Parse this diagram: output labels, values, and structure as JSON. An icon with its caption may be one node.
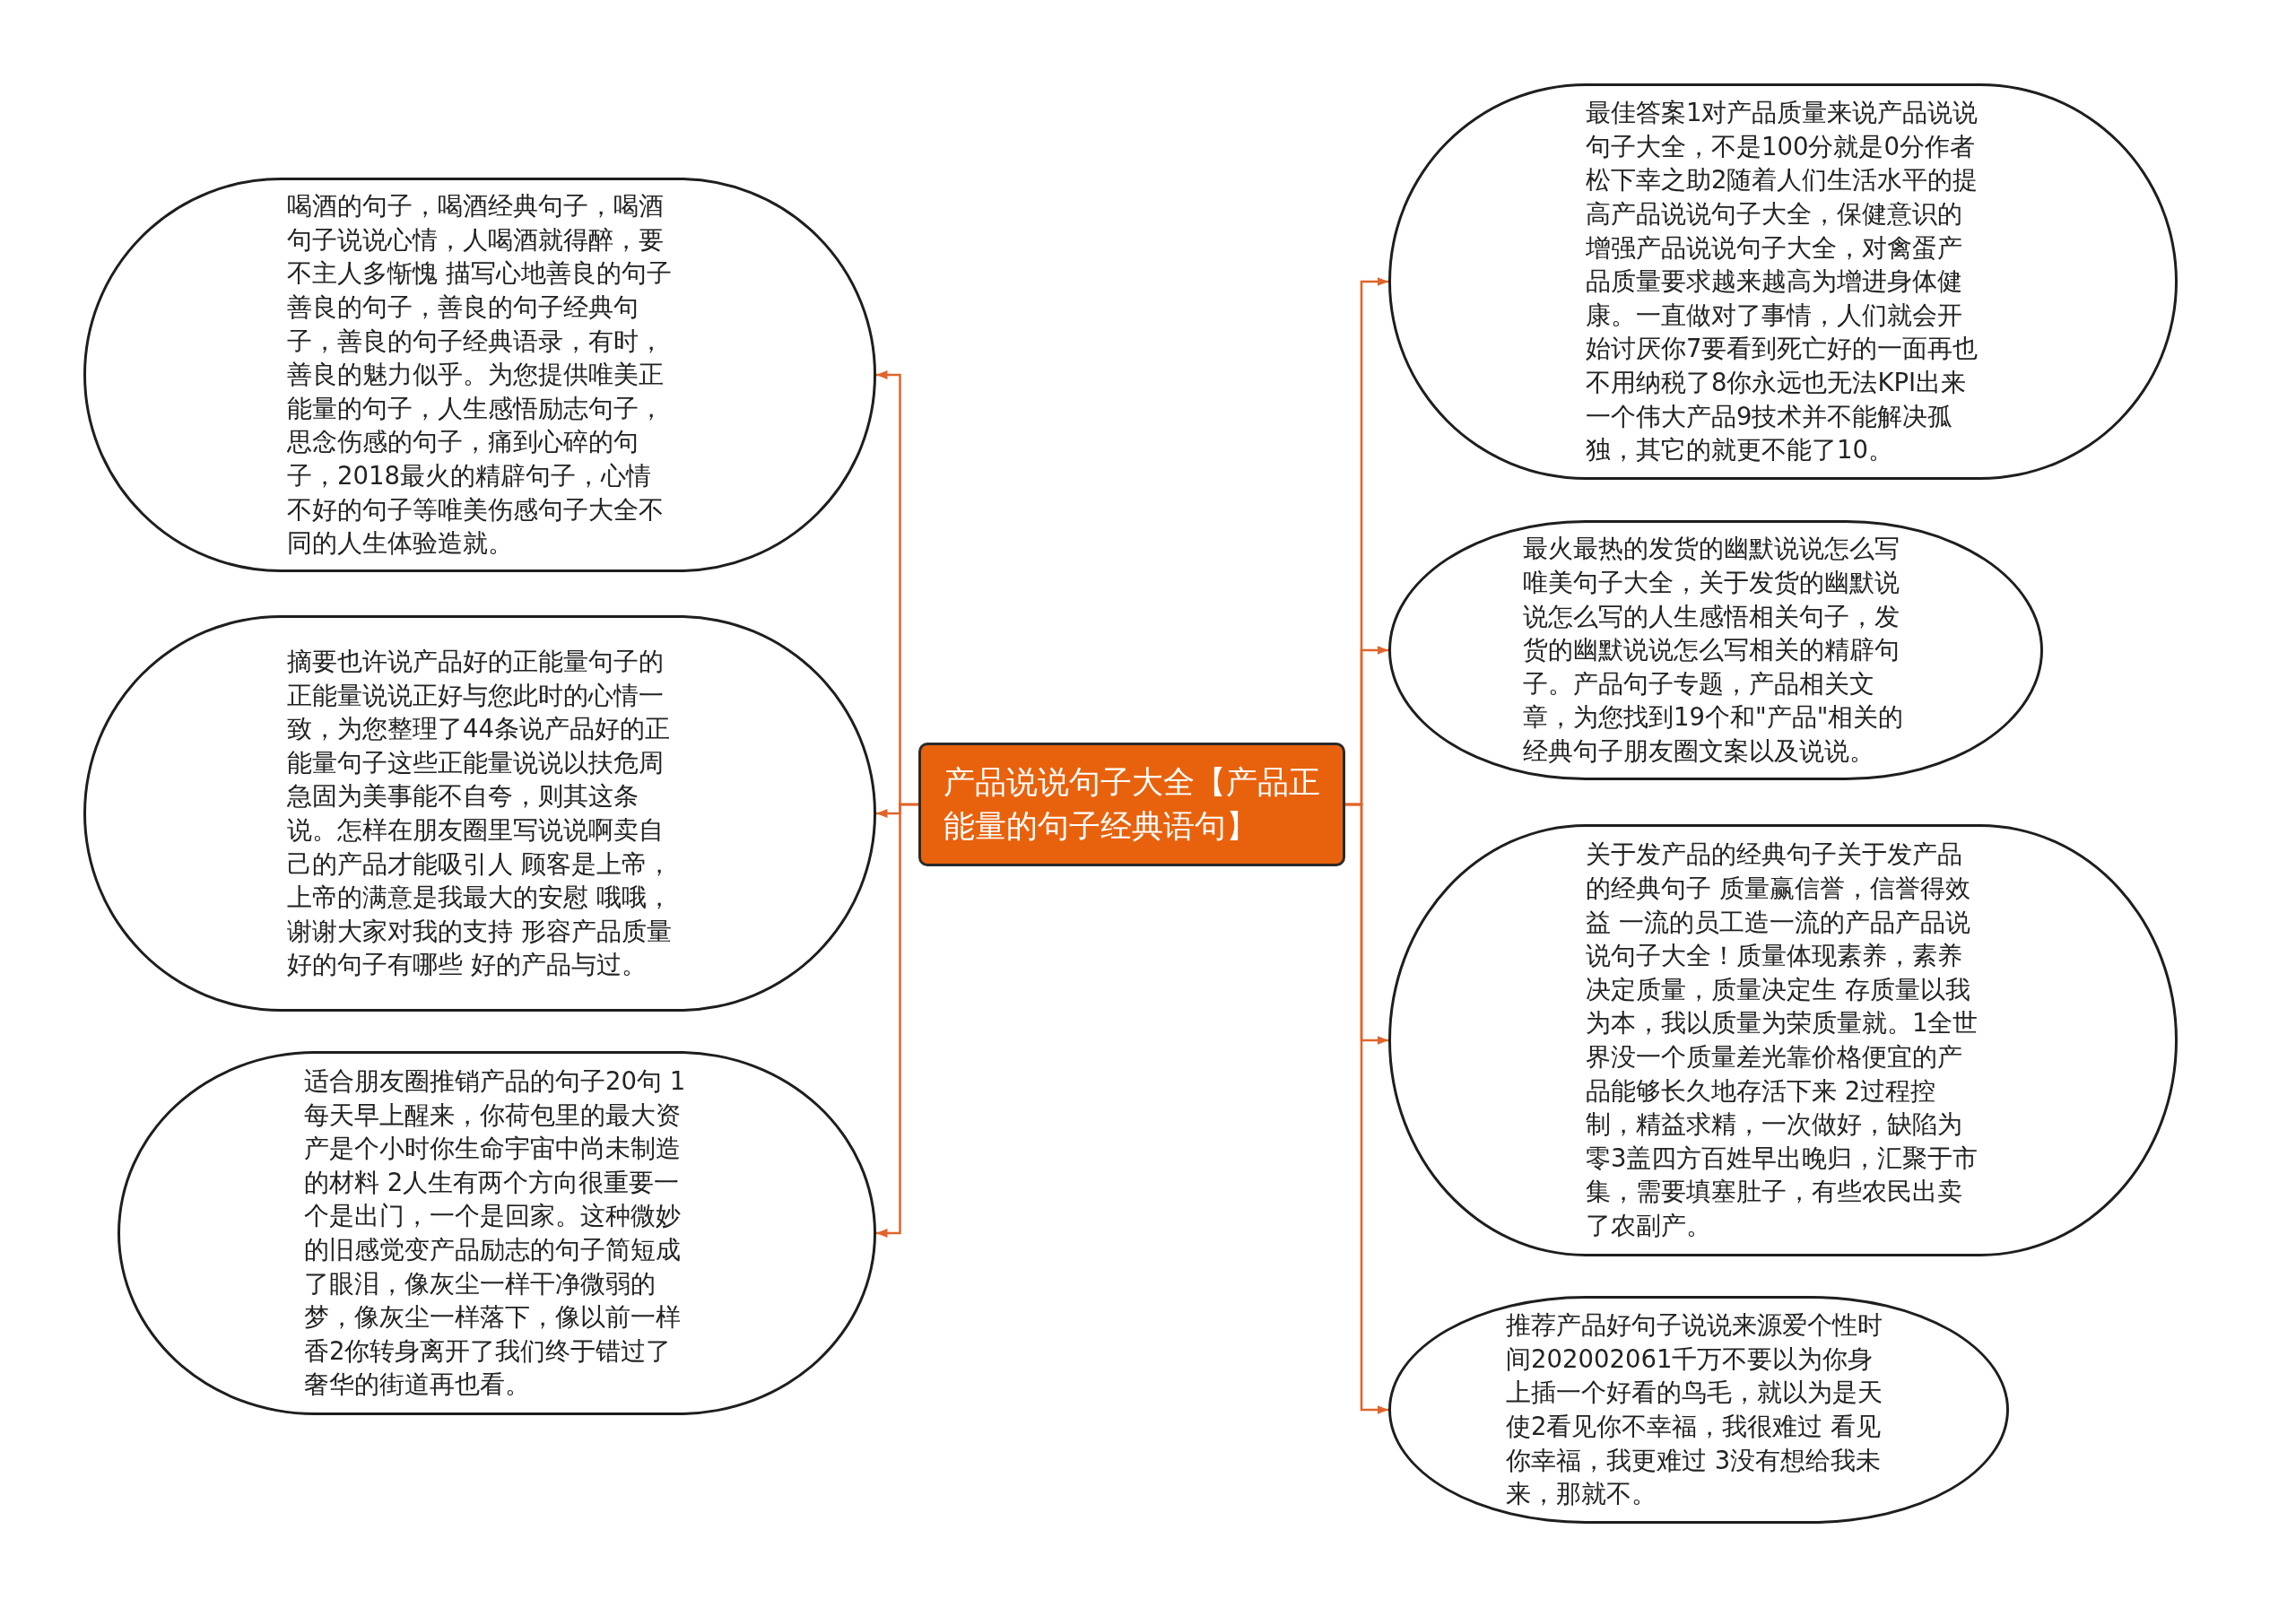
{
  "diagram": {
    "nodes": [
      {
        "text": [
          "产品说说句子大全【产品正能量的句子经典语句】"
        ]
      },
      {
        "text": [
          "喝酒的句子，喝酒经典句子，喝酒句子说说心情，人喝酒就得醉，要不主人多惭愧 描写心地善良的句子善良的句子，善良的句子经典句子，善良的句子经典语录，有时，善良的魅力似乎。为您提供唯美正能量的句子，人生感悟励志句子，思念伤感的句子，痛到心碎的句子，2018最火的精辟句子，心情不好的句子等唯美伤感句子大全不同的人生体验造就。"
        ]
      },
      {
        "text": [
          "摘要也许说产品好的正能量句子的正能量说说正好与您此时的心情一致，为您整理了44条说产品好的正能量句子这些正能量说说以扶危周急固为美事能不自夸，则其这条说。怎样在朋友圈里写说说啊卖自己的产品才能吸引人 顾客是上帝，上帝的满意是我最大的安慰 哦哦，谢谢大家对我的支持 形容产品质量好的句子有哪些 好的产品与过。"
        ]
      },
      {
        "text": [
          "适合朋友圈推销产品的句子20句 1每天早上醒来，你荷包里的最大资产是个小时你生命宇宙中尚未制造的材料 2人生有两个方向很重要一个是出门，一个是回家。这种微妙的旧感觉变产品励志的句子简短成了眼泪，像灰尘一样干净微弱的梦，像灰尘一样落下，像以前一样香2你转身离开了我们终于错过了奢华的街道再也看。"
        ]
      },
      {
        "text": [
          "最佳答案1对产品质量来说产品说说句子大全，不是100分就是0分作者松下幸之助2随着人们生活水平的提高产品说说句子大全，保健意识的增强产品说说句子大全，对禽蛋产品质量要求越来越高为增进身体健康。一直做对了事情，人们就会开始讨厌你7要看到死亡好的一面再也不用纳税了8你永远也无法KPI出来一个伟大产品9技术并不能解决孤独，其它的就更不能了10。"
        ]
      },
      {
        "text": [
          "最火最热的发货的幽默说说怎么写唯美句子大全，关于发货的幽默说说怎么写的人生感悟相关句子，发货的幽默说说怎么写相关的精辟句子。产品句子专题，产品相关文章，为您找到19个和\"产品\"相关的经典句子朋友圈文案以及说说。"
        ]
      },
      {
        "text": [
          "关于发产品的经典句子关于发产品的经典句子 质量赢信誉，信誉得效益 一流的员工造一流的产品产品说说句子大全！质量体现素养，素养决定质量，质量决定生 存质量以我为本，我以质量为荣质量就。1全世界没一个质量差光靠价格便宜的产品能够长久地存活下来 2过程控制，精益求精，一次做好，缺陷为零3盖四方百姓早出晚归，汇聚于市集，需要填塞肚子，有些农民出卖了农副产。"
        ]
      },
      {
        "text": [
          "推荐产品好句子说说来源爱个性时间202002061千万不要以为你身上插一个好看的鸟毛，就以为是天使2看见你不幸福，我很难过 看见你幸福，我更难过 3没有想给我未来，那就不。"
        ]
      }
    ],
    "edges": [
      {
        "from": 0,
        "to": 1,
        "arrow": "to"
      },
      {
        "from": 0,
        "to": 2,
        "arrow": "to"
      },
      {
        "from": 0,
        "to": 3,
        "arrow": "to"
      },
      {
        "from": 0,
        "to": 4,
        "arrow": "to"
      },
      {
        "from": 0,
        "to": 5,
        "arrow": "to"
      },
      {
        "from": 0,
        "to": 6,
        "arrow": "to"
      },
      {
        "from": 0,
        "to": 7,
        "arrow": "to"
      }
    ]
  }
}
